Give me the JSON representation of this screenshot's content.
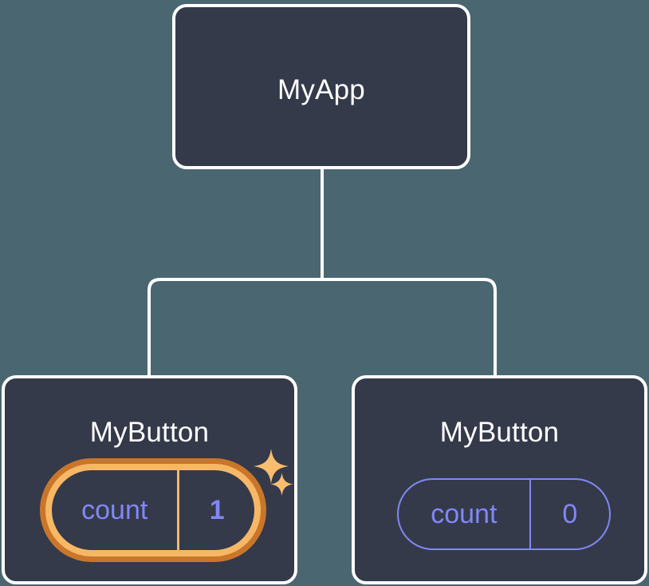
{
  "diagram": {
    "type": "component-tree",
    "background_color": "#4a6670",
    "card_fill": "#343a49",
    "card_border_color": "#ffffff",
    "connector_color": "#ffffff",
    "accent_purple": "#8287f5",
    "highlight_orange_outer": "#c9762a",
    "highlight_orange_inner": "#f7b866",
    "root": {
      "label": "MyApp"
    },
    "children": [
      {
        "label": "MyButton",
        "state": {
          "key": "count",
          "value": "1",
          "highlighted": true,
          "sparkles": [
            "sparkle-large",
            "sparkle-small"
          ]
        }
      },
      {
        "label": "MyButton",
        "state": {
          "key": "count",
          "value": "0",
          "highlighted": false
        }
      }
    ]
  }
}
